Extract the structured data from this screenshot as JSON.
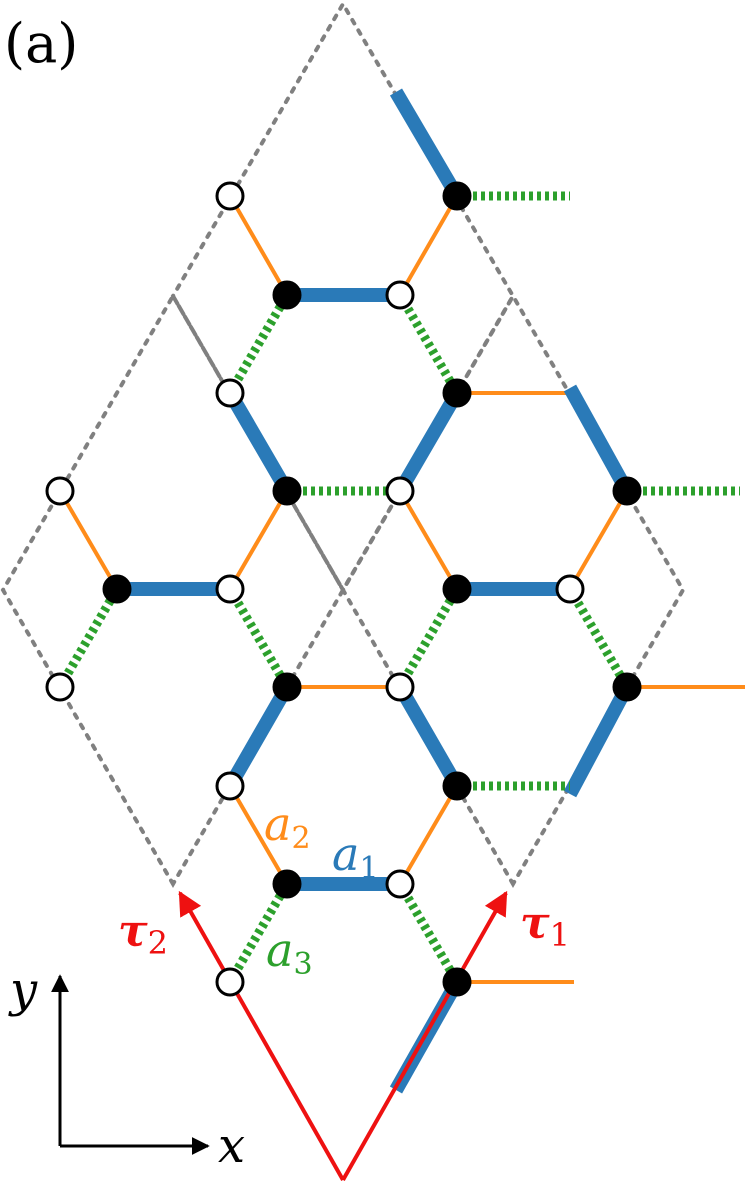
{
  "panel_label": "(a)",
  "labels": {
    "a1": {
      "base": "a",
      "sub": "1"
    },
    "a2": {
      "base": "a",
      "sub": "2"
    },
    "a3": {
      "base": "a",
      "sub": "3"
    },
    "tau1": {
      "base": "τ",
      "sub": "1"
    },
    "tau2": {
      "base": "τ",
      "sub": "2"
    },
    "axis_x": "x",
    "axis_y": "y"
  },
  "colors": {
    "a1_bond": "#2a7ab8",
    "a2_bond": "#ff8c1a",
    "a3_bond": "#2ca02c",
    "lattice_vectors": "#ee1111",
    "cell_boundary": "#808080",
    "site_filled": "#000000",
    "site_open": "#ffffff",
    "axes": "#000000"
  },
  "legend_items": [
    {
      "bond": "a1",
      "style": "thick solid"
    },
    {
      "bond": "a2",
      "style": "thin solid"
    },
    {
      "bond": "a3",
      "style": "dashed"
    }
  ]
}
